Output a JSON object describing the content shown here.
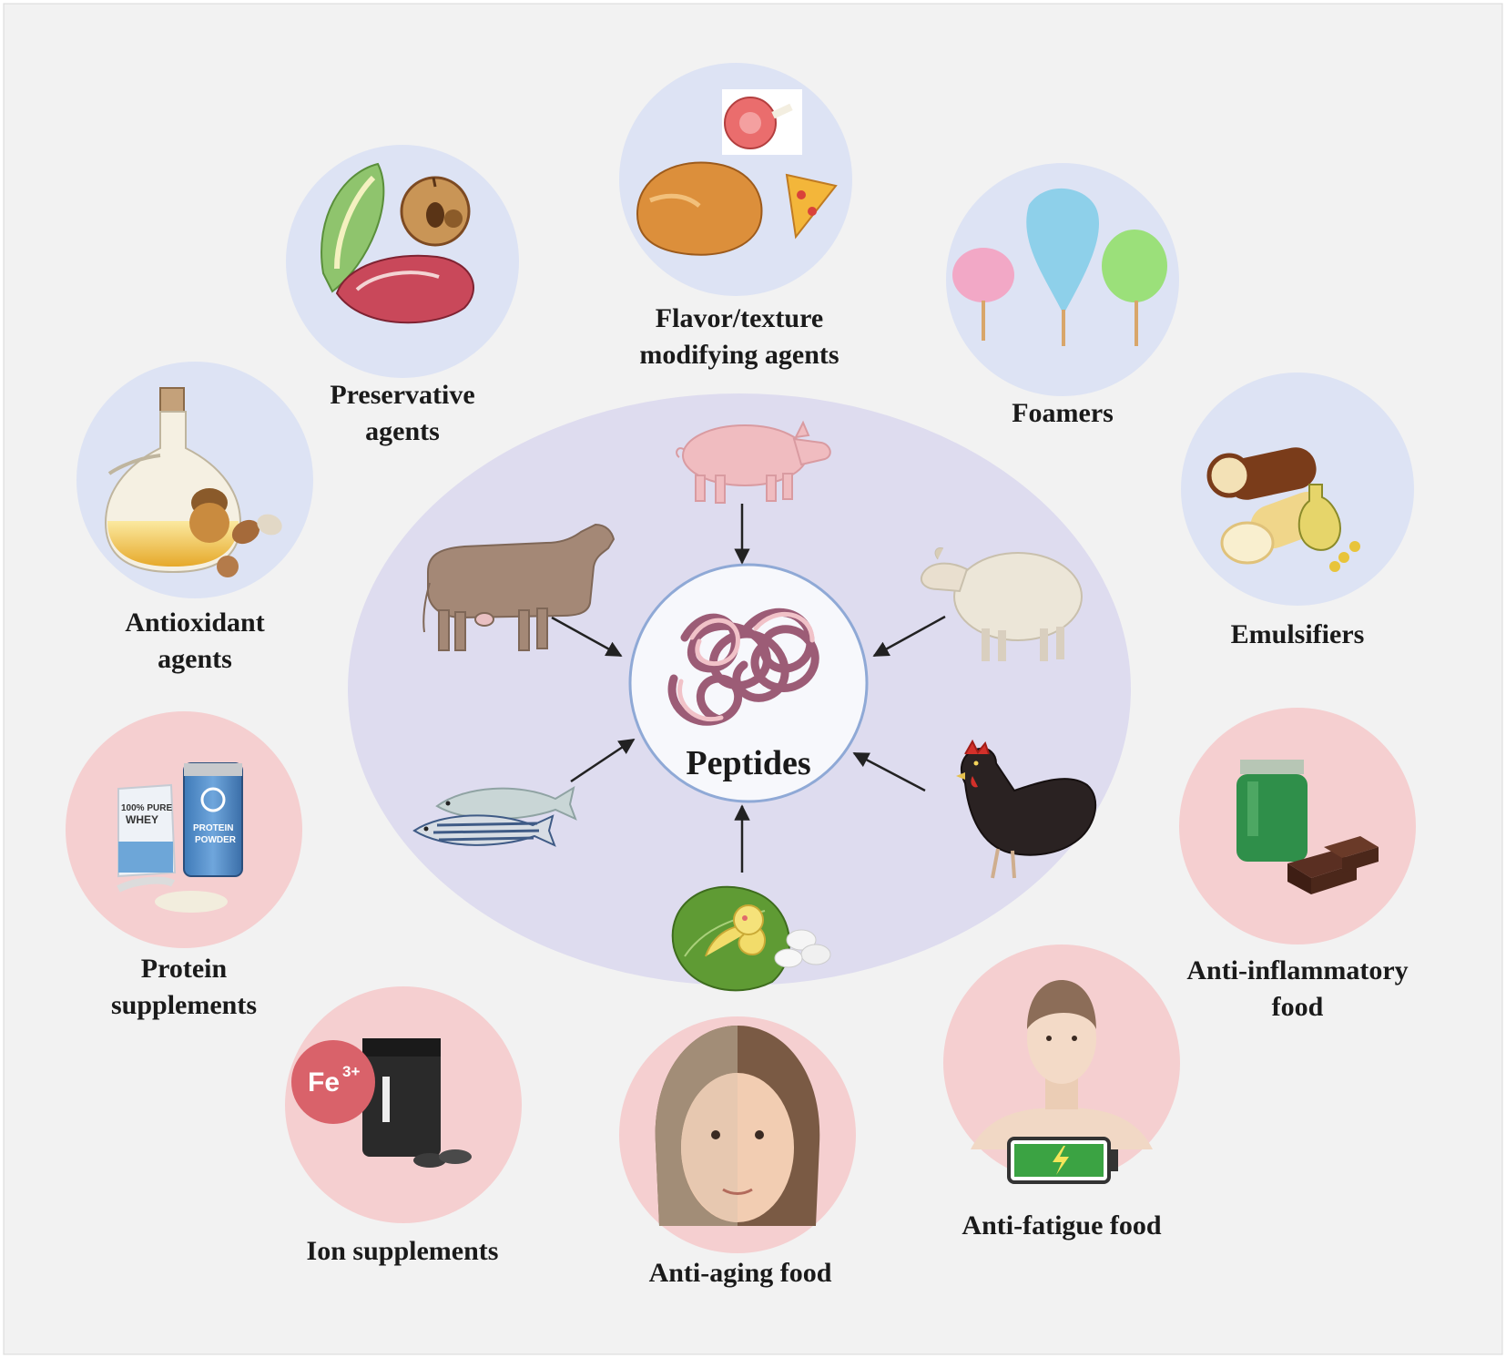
{
  "center": {
    "label": "Peptides"
  },
  "sources": [
    "pig",
    "sheep",
    "chicken",
    "silkworm",
    "fish",
    "cow"
  ],
  "applications": [
    {
      "id": "preservative",
      "lines": [
        "Preservative",
        "agents"
      ],
      "group": "functional"
    },
    {
      "id": "flavor",
      "lines": [
        "Flavor/texture",
        "modifying agents"
      ],
      "group": "functional"
    },
    {
      "id": "foamers",
      "lines": [
        "Foamers"
      ],
      "group": "functional"
    },
    {
      "id": "emulsifiers",
      "lines": [
        "Emulsifiers"
      ],
      "group": "functional"
    },
    {
      "id": "antioxidant",
      "lines": [
        "Antioxidant",
        "agents"
      ],
      "group": "functional"
    },
    {
      "id": "protein",
      "lines": [
        "Protein",
        "supplements"
      ],
      "group": "health"
    },
    {
      "id": "ion",
      "lines": [
        "Ion supplements"
      ],
      "group": "health"
    },
    {
      "id": "antiaging",
      "lines": [
        "Anti-aging food"
      ],
      "group": "health"
    },
    {
      "id": "antifatigue",
      "lines": [
        "Anti-fatigue food"
      ],
      "group": "health"
    },
    {
      "id": "antiinflammatory",
      "lines": [
        "Anti-inflammatory",
        "food"
      ],
      "group": "health"
    }
  ],
  "icon_text": {
    "whey": [
      "100% PURE",
      "WHEY"
    ],
    "powder": [
      "PROTEIN",
      "POWDER"
    ],
    "iron": "Fe",
    "iron_charge": "3+"
  },
  "colors": {
    "functional_circle": "#dde3f4",
    "health_circle": "#f5cfd0",
    "center_ellipse": "#dedcef",
    "page_background": "#f2f2f2",
    "arrow": "#222222"
  }
}
